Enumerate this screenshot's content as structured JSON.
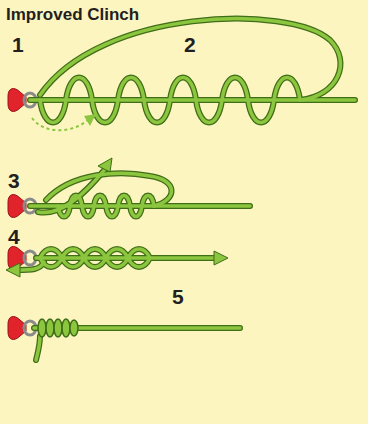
{
  "diagram": {
    "title": "Improved Clinch",
    "labels": [
      "1",
      "2",
      "3",
      "4",
      "5"
    ]
  }
}
